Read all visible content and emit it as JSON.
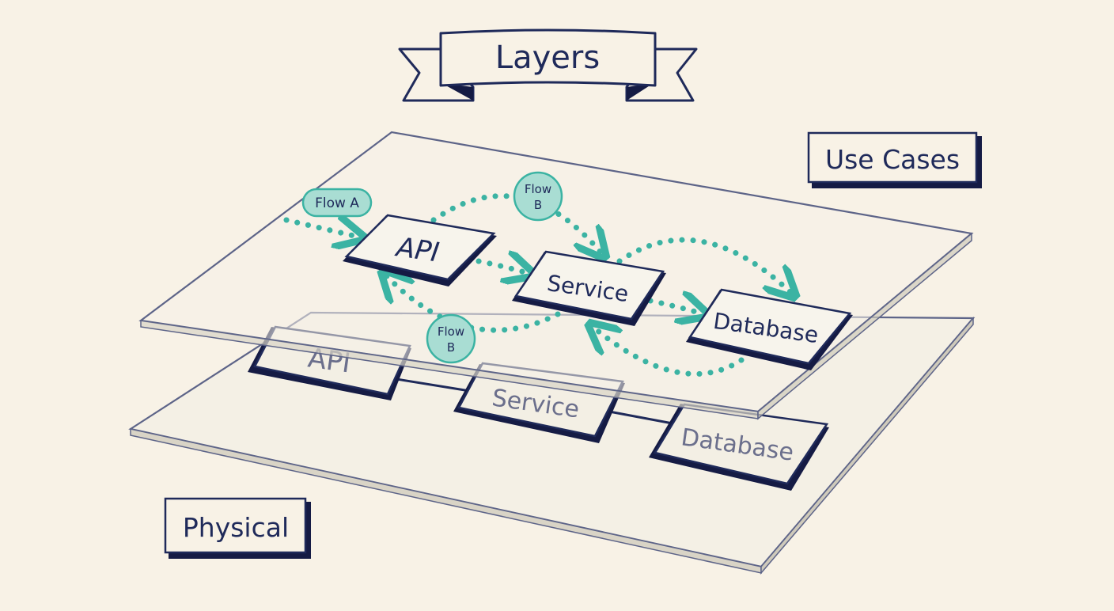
{
  "title": "Layers",
  "colors": {
    "background": "#f8f2e6",
    "ink": "#1f2a5a",
    "flow": "#3bb3a3",
    "flow_fill": "#a9ddd3",
    "plane_fill": "#f3efe4",
    "plane_edge": "#5d6488",
    "ghost_ink": "#6b6f8c"
  },
  "layers": {
    "use_cases": {
      "label": "Use Cases",
      "nodes": {
        "api": "API",
        "service": "Service",
        "database": "Database"
      }
    },
    "physical": {
      "label": "Physical",
      "nodes": {
        "api": "API",
        "service": "Service",
        "database": "Database"
      }
    }
  },
  "flows": {
    "flow_a": "Flow A",
    "flow_b_top": "Flow B",
    "flow_b_bottom": "Flow B"
  }
}
